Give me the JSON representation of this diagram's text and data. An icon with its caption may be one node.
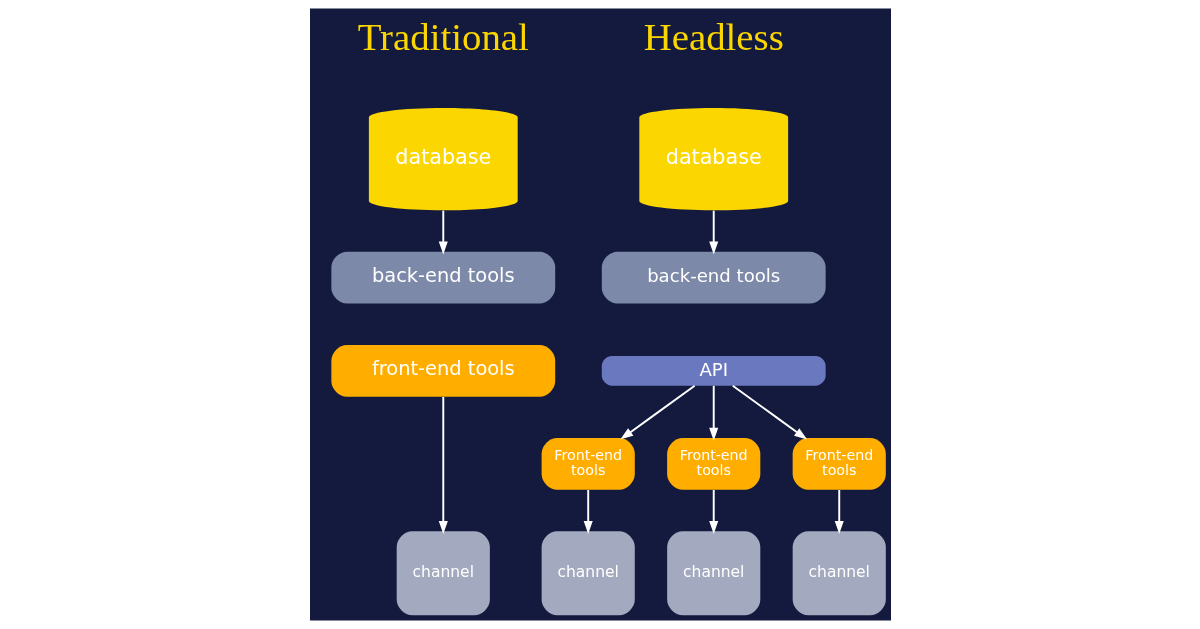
{
  "diagram": {
    "nodes": [
      {
        "text": [
          "database"
        ]
      },
      {
        "text": [
          "back-end tools"
        ]
      },
      {
        "text": [
          "front-end tools"
        ]
      },
      {
        "text": [
          "channel"
        ]
      },
      {
        "text": [
          "database"
        ]
      },
      {
        "text": [
          "back-end tools"
        ]
      },
      {
        "text": [
          "API"
        ]
      },
      {
        "text": [
          "Front-end tools"
        ]
      },
      {
        "text": [
          "Front-end tools"
        ]
      },
      {
        "text": [
          "Front-end tools"
        ]
      },
      {
        "text": [
          "channel"
        ]
      },
      {
        "text": [
          "channel"
        ]
      },
      {
        "text": [
          "channel"
        ]
      }
    ],
    "edges": [
      {
        "from": 0,
        "to": 1,
        "arrow": "to"
      },
      {
        "from": 2,
        "to": 3,
        "arrow": "to"
      },
      {
        "from": 4,
        "to": 5,
        "arrow": "to"
      },
      {
        "from": 6,
        "to": 7,
        "arrow": "to"
      },
      {
        "from": 6,
        "to": 8,
        "arrow": "to"
      },
      {
        "from": 6,
        "to": 9,
        "arrow": "to"
      },
      {
        "from": 7,
        "to": 10,
        "arrow": "to"
      },
      {
        "from": 8,
        "to": 11,
        "arrow": "to"
      },
      {
        "from": 9,
        "to": 12,
        "arrow": "to"
      }
    ],
    "labels": [
      "Traditional",
      "Headless"
    ]
  }
}
